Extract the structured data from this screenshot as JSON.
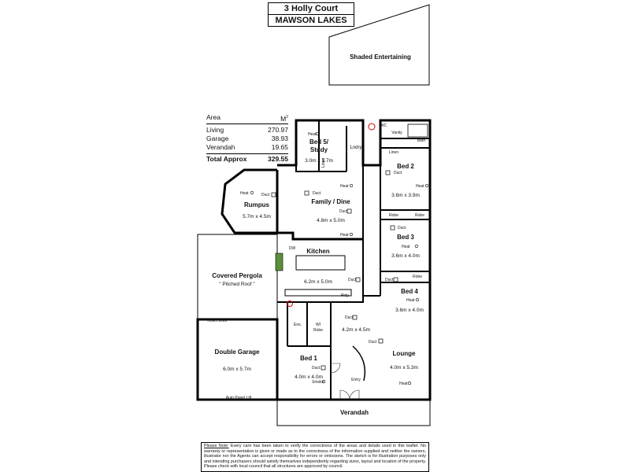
{
  "title": {
    "line1": "3 Holly Court",
    "line2": "MAWSON LAKES"
  },
  "area_table": {
    "heading": "Area",
    "unit": "M",
    "unit_sup": "2",
    "rows": [
      {
        "label": "Living",
        "value": "270.97"
      },
      {
        "label": "Garage",
        "value": "38.93"
      },
      {
        "label": "Verandah",
        "value": "19.65"
      }
    ],
    "total": {
      "label": "Total Approx",
      "value": "329.55"
    }
  },
  "rooms": {
    "shaded": "Shaded Entertaining",
    "bed5_a": "Bed 5/",
    "bed5_b": "Study",
    "bed5_dim": "3.0m x 3.7m",
    "rumpus": "Rumpus",
    "rumpus_dim": "5.7m x 4.5m",
    "family": "Family / Dine",
    "family_dim": "4.8m x 5.0m",
    "kitchen": "Kitchen",
    "kitchen_dim": "6.2m x 5.0m",
    "pergola": "Covered Pergola",
    "pergola_sub": "\" Pitched Roof \"",
    "garage": "Double Garage",
    "garage_dim": "6.0m x 5.7m",
    "bed1": "Bed 1",
    "bed1_dim": "4.0m x 4.0m",
    "hall_dim": "4.2m x 4.5m",
    "lounge": "Lounge",
    "lounge_dim": "4.0m x 5.3m",
    "bed2": "Bed 2",
    "bed2_dim": "3.6m x 3.9m",
    "bed3": "Bed 3",
    "bed3_dim": "3.6m x 4.0m",
    "bed4": "Bed 4",
    "bed4_dim": "3.6m x 4.0m",
    "verandah": "Verandah"
  },
  "labels": {
    "lndry": "Lndry",
    "linen": "Linen",
    "wc": "WC",
    "bath": "Bath",
    "vanity": "Vanity",
    "robe": "Robe",
    "ens": "Ens.",
    "wi": "WI",
    "wi_robe": "Robe",
    "pnty": "Pnty",
    "dw": "DW",
    "entry": "Entry",
    "roller_door": "Roller Door",
    "auto_lift": "Auto Panel Lift",
    "duct": "Duct",
    "heat": "Heat",
    "smoke": "Smoke"
  },
  "note": {
    "label": "Please Note:",
    "text": " Every care has been taken to verify the correctness of the areas and details used in this leaflet. No warranty or representation is given or made as to the correctness of the information supplied and neither the owners, illustrator nor the Agents can accept responsibility for errors or omissions. The sketch is for illustration purposes only and intending purchasers should satisfy themselves independently regarding sizes, layout and location of the property. Please check with local council that all structures are approved by council."
  }
}
